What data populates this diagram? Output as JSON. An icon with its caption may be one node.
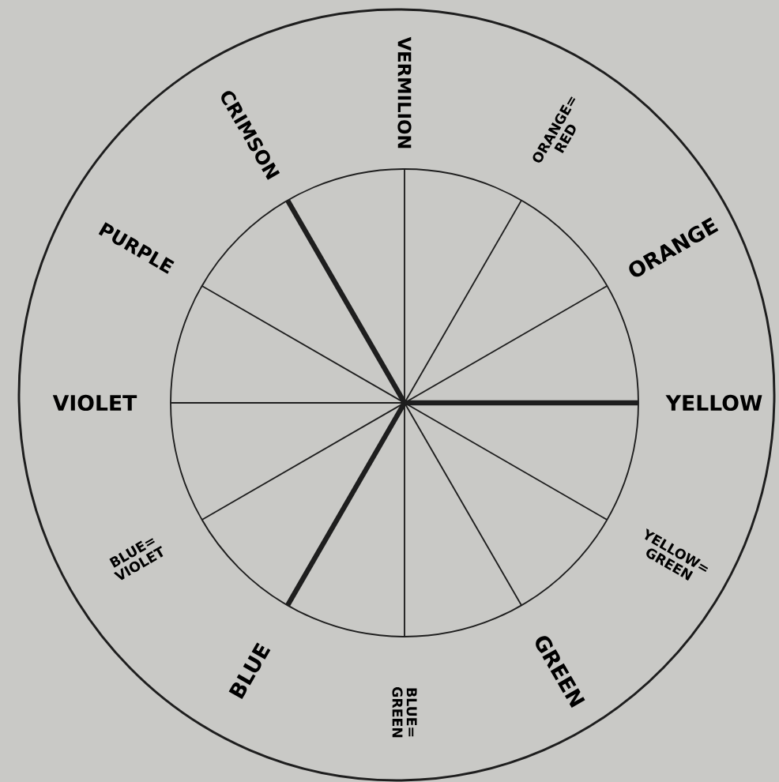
{
  "diagram": {
    "labels": [
      "VERMILION",
      "ORANGE= RED",
      "ORANGE",
      "YELLOW",
      "YELLOW= GREEN",
      "GREEN",
      "BLUE= GREEN",
      "BLUE",
      "BLUE= VIOLET",
      "VIOLET",
      "PURPLE",
      "CRIMSON"
    ]
  }
}
